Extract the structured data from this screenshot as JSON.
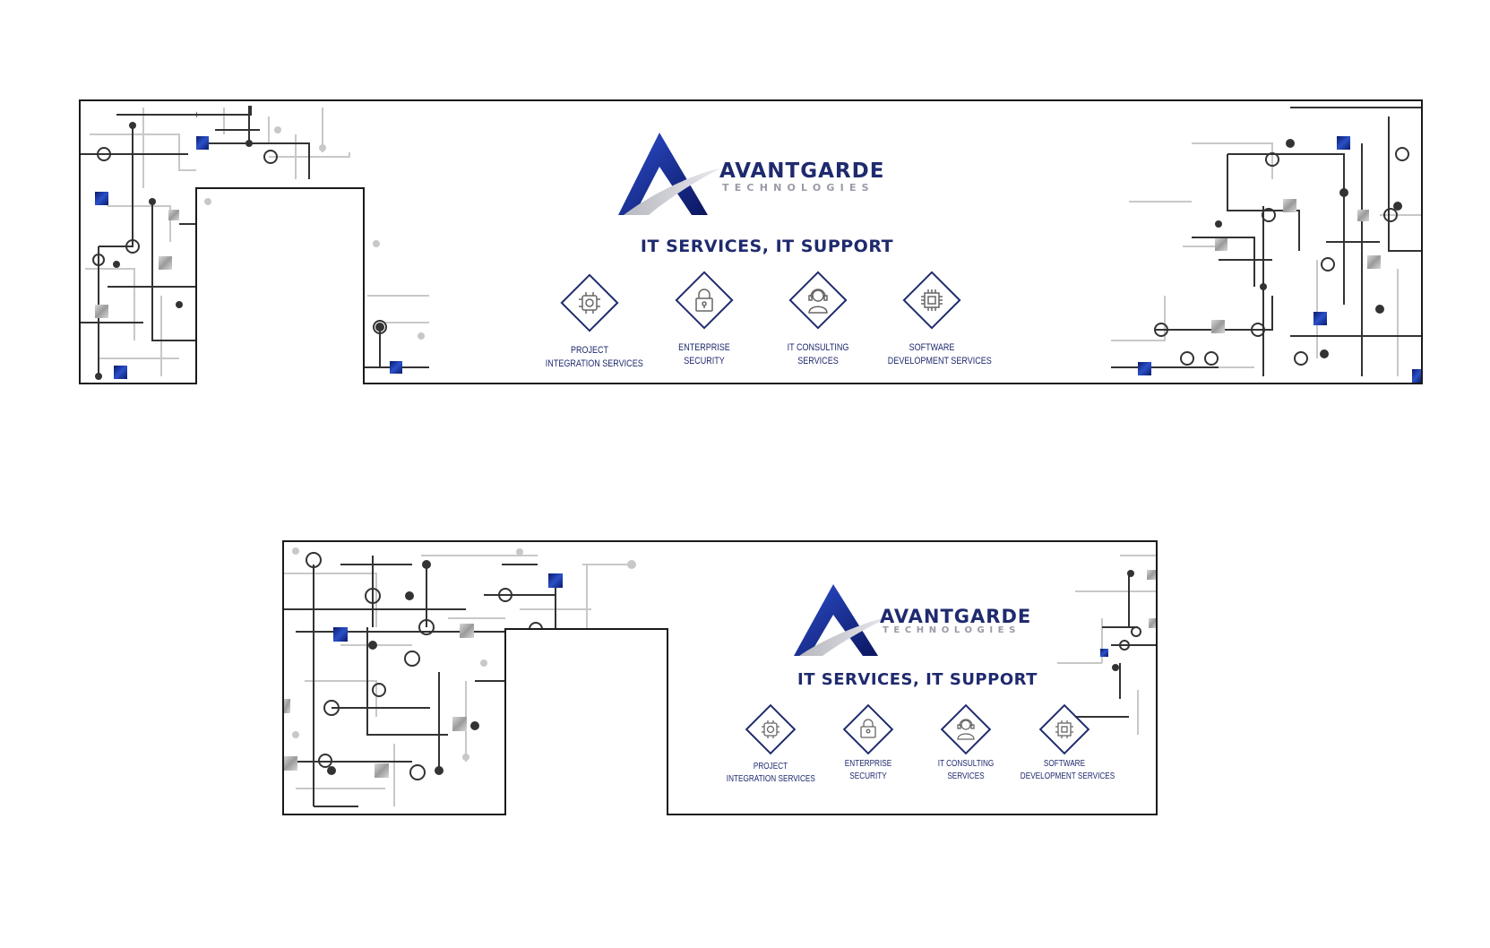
{
  "brand": {
    "name": "AVANTGARDE",
    "subtitle": "TECHNOLOGIES",
    "tagline": "IT SERVICES, IT SUPPORT"
  },
  "colors": {
    "navy": "#1f2a6e",
    "blue": "#1b3fa8",
    "gray_text": "#9a9aa8",
    "circuit_dark": "#333333",
    "circuit_light": "#c8c8c8",
    "outline": "#1a1a1a"
  },
  "services": [
    {
      "icon": "ai-chip-icon",
      "line1": "PROJECT",
      "line2": "INTEGRATION SERVICES"
    },
    {
      "icon": "padlock-icon",
      "line1": "ENTERPRISE",
      "line2": "SECURITY"
    },
    {
      "icon": "headset-person-icon",
      "line1": "IT CONSULTING",
      "line2": "SERVICES"
    },
    {
      "icon": "processor-chip-icon",
      "line1": "SOFTWARE",
      "line2": "DEVELOPMENT SERVICES"
    }
  ]
}
